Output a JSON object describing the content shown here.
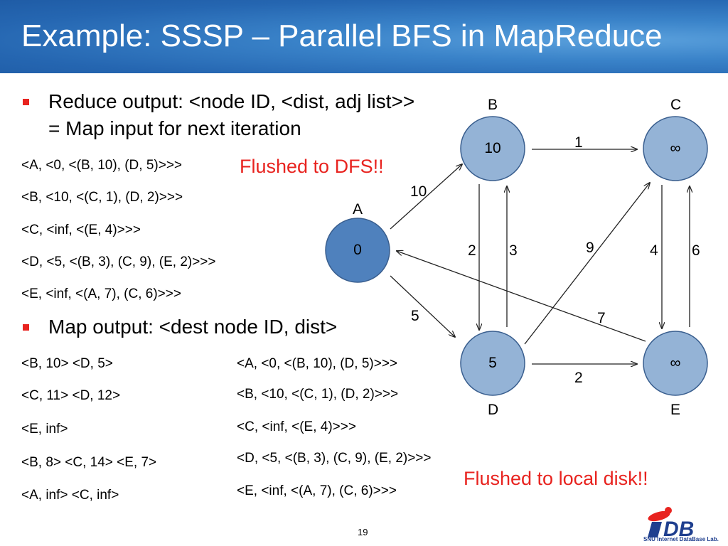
{
  "title": "Example: SSSP – Parallel BFS in MapReduce",
  "bullets": {
    "reduce_line1": "Reduce output: <node ID, <dist, adj list>>",
    "reduce_line2": "= Map input for next iteration",
    "map_line": "Map output: <dest node ID, dist>"
  },
  "reduce_records": [
    "<A, <0, <(B, 10), (D, 5)>>>",
    "<B, <10, <(C, 1), (D, 2)>>>",
    "<C, <inf, <(E, 4)>>>",
    "<D, <5, <(B, 3), (C, 9), (E, 2)>>>",
    "<E, <inf, <(A, 7), (C, 6)>>>"
  ],
  "map_outputs": [
    "<B, 10>  <D, 5>",
    "<C, 11> <D, 12>",
    "<E, inf>",
    "<B, 8> <C, 14> <E, 7>",
    "<A, inf> <C, inf>"
  ],
  "map_records": [
    "<A, <0, <(B, 10), (D, 5)>>>",
    "<B, <10, <(C, 1), (D, 2)>>>",
    "<C, <inf, <(E, 4)>>>",
    "<D, <5, <(B, 3), (C, 9), (E, 2)>>>",
    "<E, <inf, <(A, 7), (C, 6)>>>"
  ],
  "notes": {
    "flushed_dfs": "Flushed to DFS!!",
    "flushed_local": "Flushed to local disk!!"
  },
  "graph": {
    "nodes": {
      "A": {
        "name": "A",
        "dist": "0"
      },
      "B": {
        "name": "B",
        "dist": "10"
      },
      "C": {
        "name": "C",
        "dist": "∞"
      },
      "D": {
        "name": "D",
        "dist": "5"
      },
      "E": {
        "name": "E",
        "dist": "∞"
      }
    },
    "edge_weights": {
      "A_B": "10",
      "A_D": "5",
      "B_C": "1",
      "B_D": "2",
      "D_B": "3",
      "D_C": "9",
      "C_E": "4",
      "E_C": "6",
      "D_E": "2",
      "E_A": "7"
    },
    "colors": {
      "node_light": "#94b3d6",
      "node_dark": "#4f81bd",
      "node_stroke": "#3a5f8f"
    }
  },
  "page_number": "19",
  "logo": {
    "text": "iDB",
    "caption": "SNU Internet DataBase Lab."
  }
}
